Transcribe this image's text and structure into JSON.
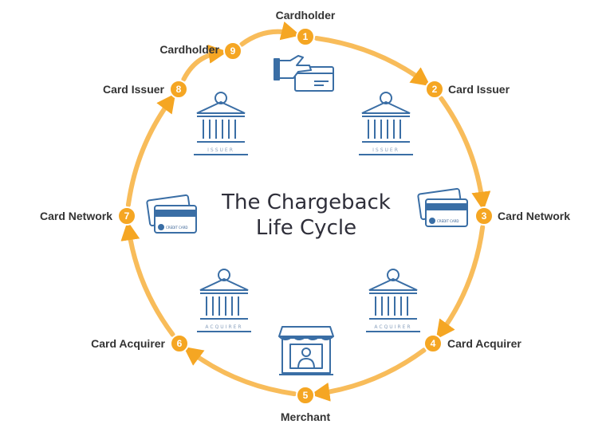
{
  "title_lines": [
    "The Chargeback",
    "Life Cycle"
  ],
  "steps": [
    {
      "num": "1",
      "label": "Cardholder"
    },
    {
      "num": "2",
      "label": "Card Issuer"
    },
    {
      "num": "3",
      "label": "Card Network"
    },
    {
      "num": "4",
      "label": "Card Acquirer"
    },
    {
      "num": "5",
      "label": "Merchant"
    },
    {
      "num": "6",
      "label": "Card Acquirer"
    },
    {
      "num": "7",
      "label": "Card Network"
    },
    {
      "num": "8",
      "label": "Card Issuer"
    },
    {
      "num": "9",
      "label": "Cardholder"
    }
  ],
  "icon_captions": {
    "issuer": "ISSUER",
    "acquirer": "ACQUIRER",
    "credit_card": "CREDIT CARD"
  },
  "colors": {
    "accent": "#f5a623",
    "icon": "#3a6ea5",
    "text": "#333333"
  },
  "icons": [
    "card-payment-icon",
    "issuer-bank-icon",
    "credit-card-icon",
    "acquirer-bank-icon",
    "merchant-store-icon"
  ]
}
